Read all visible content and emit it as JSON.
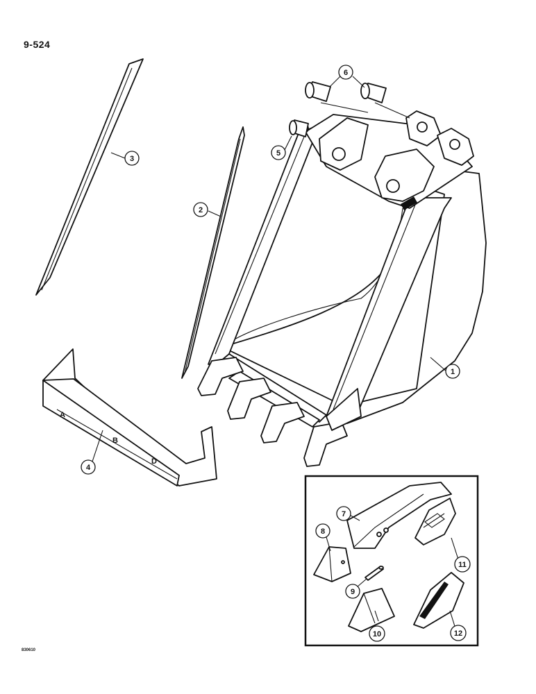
{
  "header": {
    "page_number": "9-524"
  },
  "footer": {
    "figure_code": "830610"
  },
  "callouts": [
    "1",
    "2",
    "3",
    "4",
    "5",
    "6",
    "7",
    "8",
    "9",
    "10",
    "11",
    "12"
  ]
}
